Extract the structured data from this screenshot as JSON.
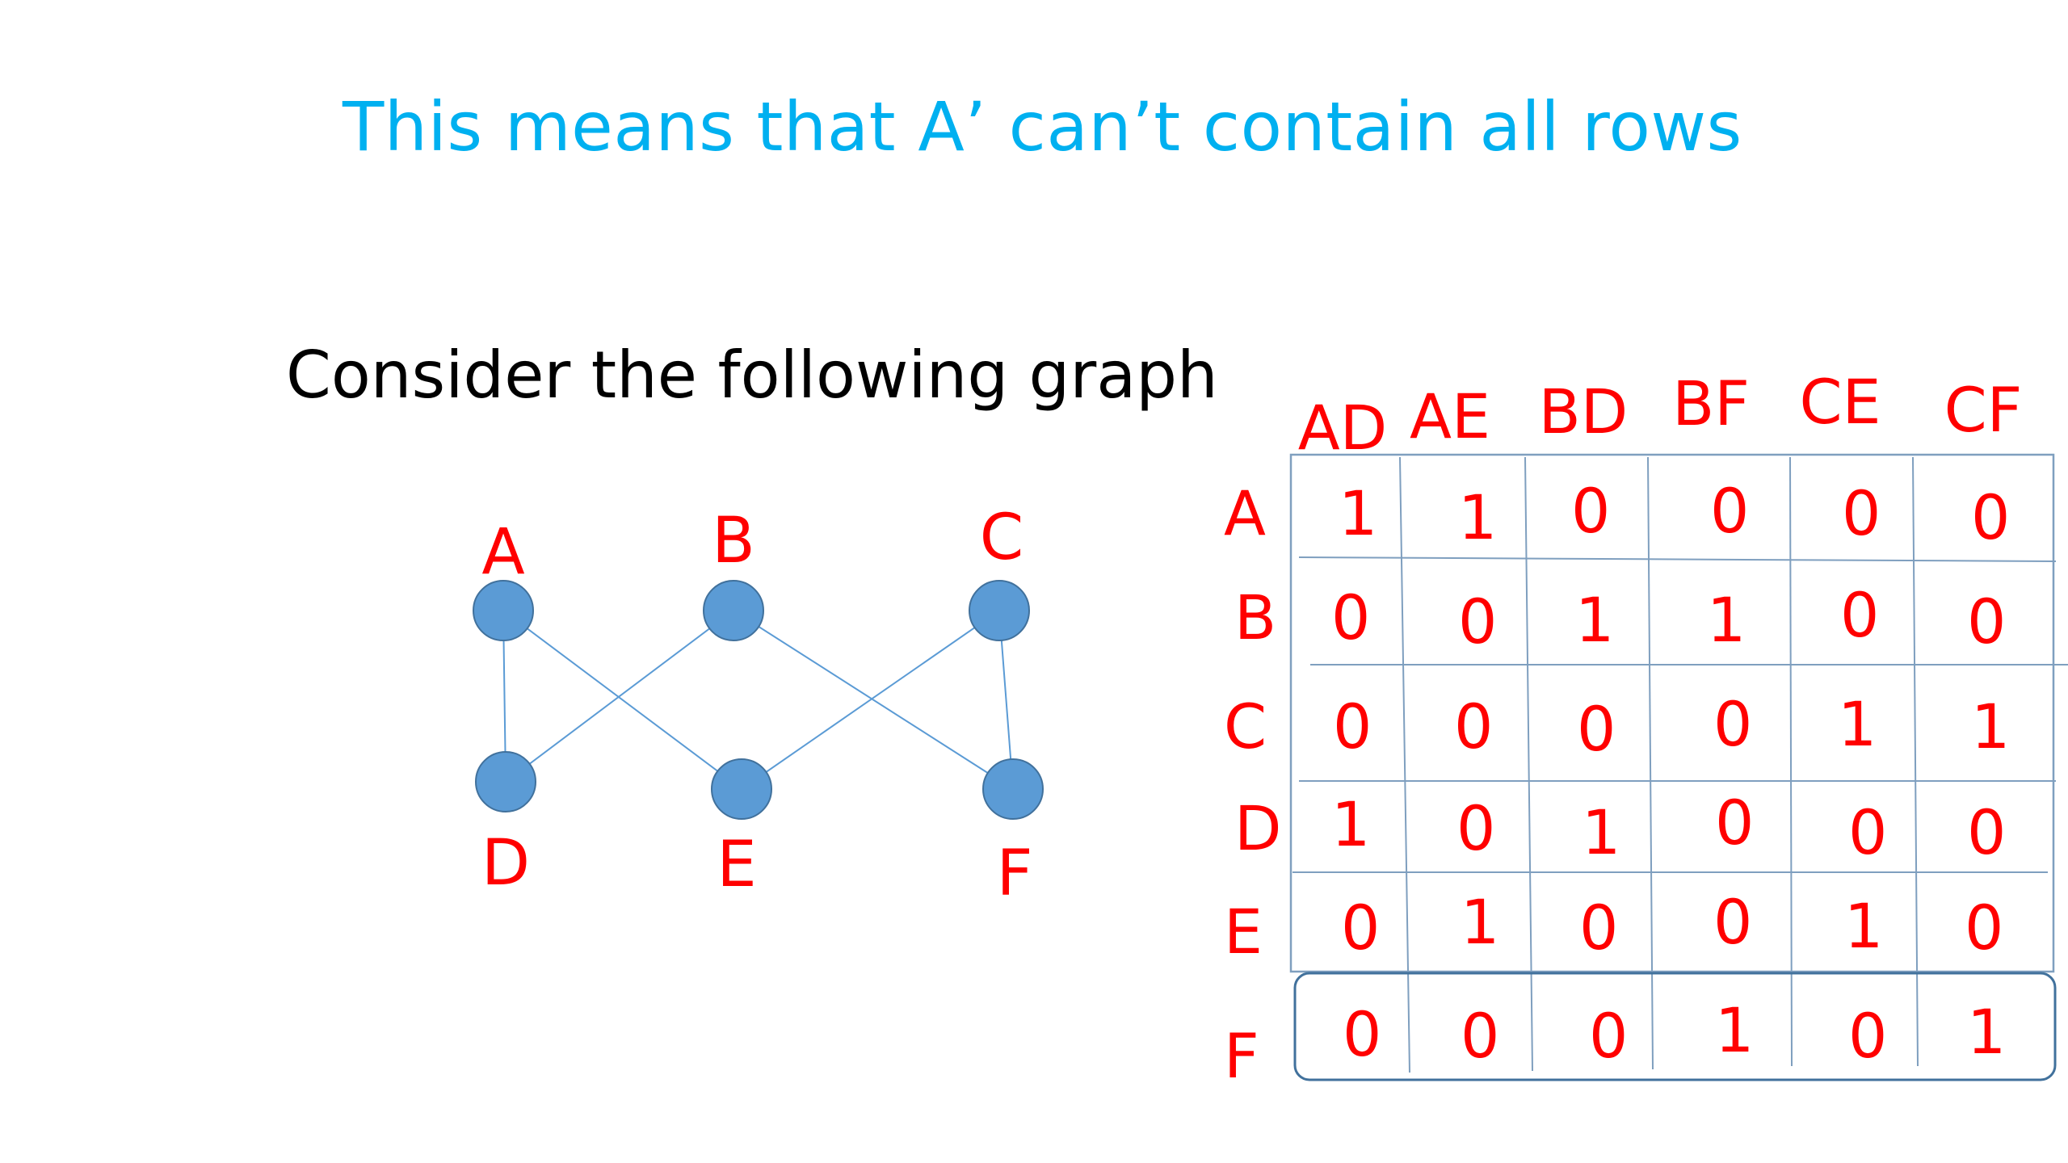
{
  "title": "This means that A’ can’t contain all rows",
  "subtitle": "Consider the following graph",
  "colors": {
    "title": "#00b0f0",
    "labels": "#ff0000",
    "node": "#5b9bd5",
    "grid": "#7f9fbf"
  },
  "graph": {
    "nodes": [
      {
        "id": "A",
        "label": "A"
      },
      {
        "id": "B",
        "label": "B"
      },
      {
        "id": "C",
        "label": "C"
      },
      {
        "id": "D",
        "label": "D"
      },
      {
        "id": "E",
        "label": "E"
      },
      {
        "id": "F",
        "label": "F"
      }
    ],
    "edges": [
      [
        "A",
        "D"
      ],
      [
        "A",
        "E"
      ],
      [
        "B",
        "D"
      ],
      [
        "B",
        "F"
      ],
      [
        "C",
        "E"
      ],
      [
        "C",
        "F"
      ]
    ]
  },
  "matrix": {
    "columns": [
      "AD",
      "AE",
      "BD",
      "BF",
      "CE",
      "CF"
    ],
    "rows": [
      {
        "label": "A",
        "values": [
          "1",
          "1",
          "0",
          "0",
          "0",
          "0"
        ]
      },
      {
        "label": "B",
        "values": [
          "0",
          "0",
          "1",
          "1",
          "0",
          "0"
        ]
      },
      {
        "label": "C",
        "values": [
          "0",
          "0",
          "0",
          "0",
          "1",
          "1"
        ]
      },
      {
        "label": "D",
        "values": [
          "1",
          "0",
          "1",
          "0",
          "0",
          "0"
        ]
      },
      {
        "label": "E",
        "values": [
          "0",
          "1",
          "0",
          "0",
          "1",
          "0"
        ]
      },
      {
        "label": "F",
        "values": [
          "0",
          "0",
          "0",
          "1",
          "0",
          "1"
        ]
      }
    ]
  }
}
